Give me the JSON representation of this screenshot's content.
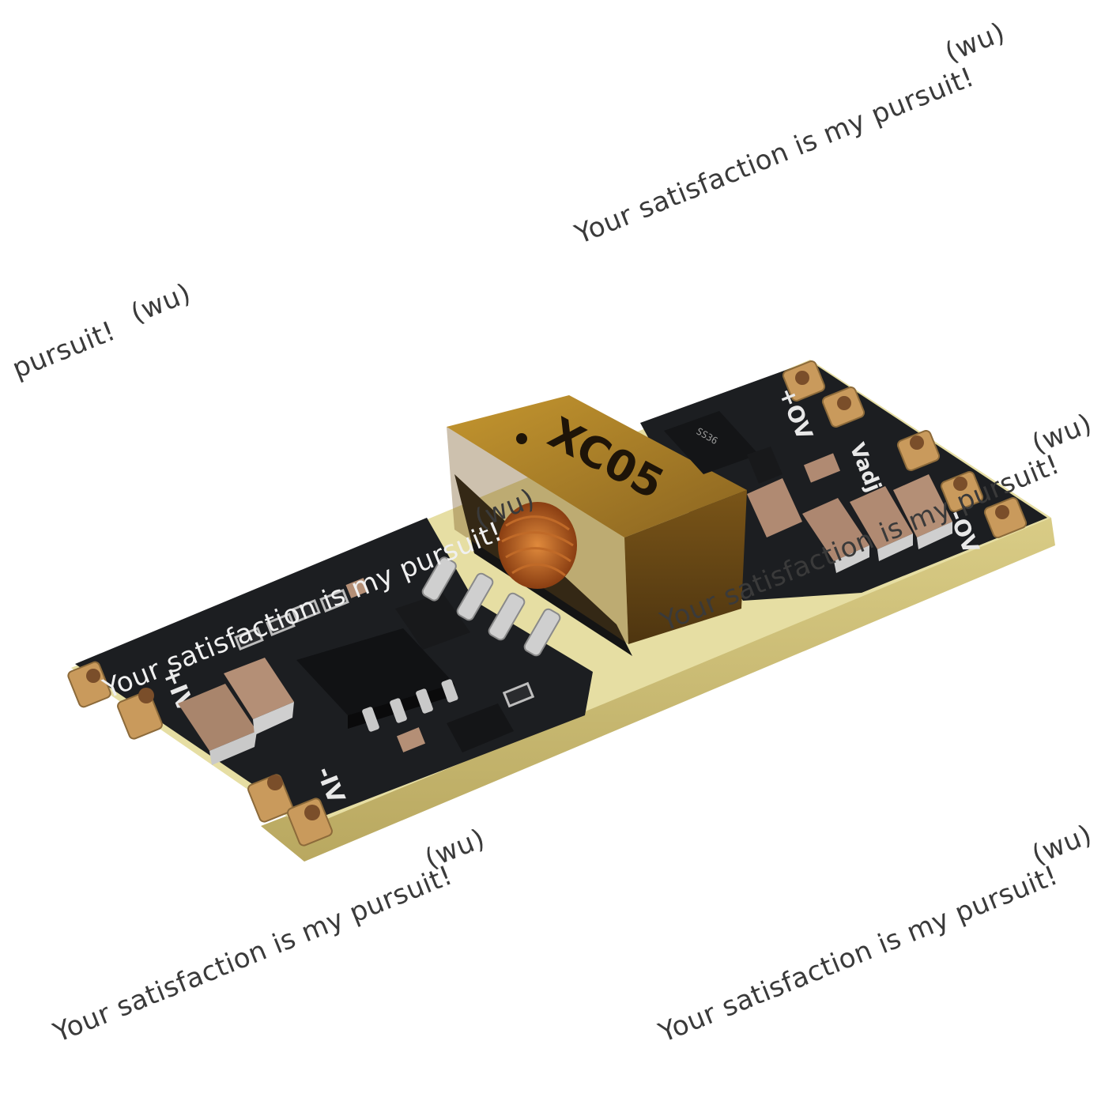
{
  "watermark": {
    "slogan": "Your satisfaction is my pursuit!",
    "tag": "(wu)",
    "fragment": "pursuit!"
  },
  "board": {
    "transformer_label": "XC05",
    "silk_vin_plus": "+IV",
    "silk_vin_minus": "-IV",
    "silk_vout_plus": "+OV",
    "silk_vout_minus": "-OV",
    "silk_vadj": "Vadj",
    "diode_mark": "SS36"
  },
  "colors": {
    "pcb_mask": "#1b1d20",
    "substrate": "#e8e0a6",
    "gold_pad": "#c89a5a",
    "transformer_tape": "#a07a2e",
    "capacitor": "#b08a72"
  }
}
